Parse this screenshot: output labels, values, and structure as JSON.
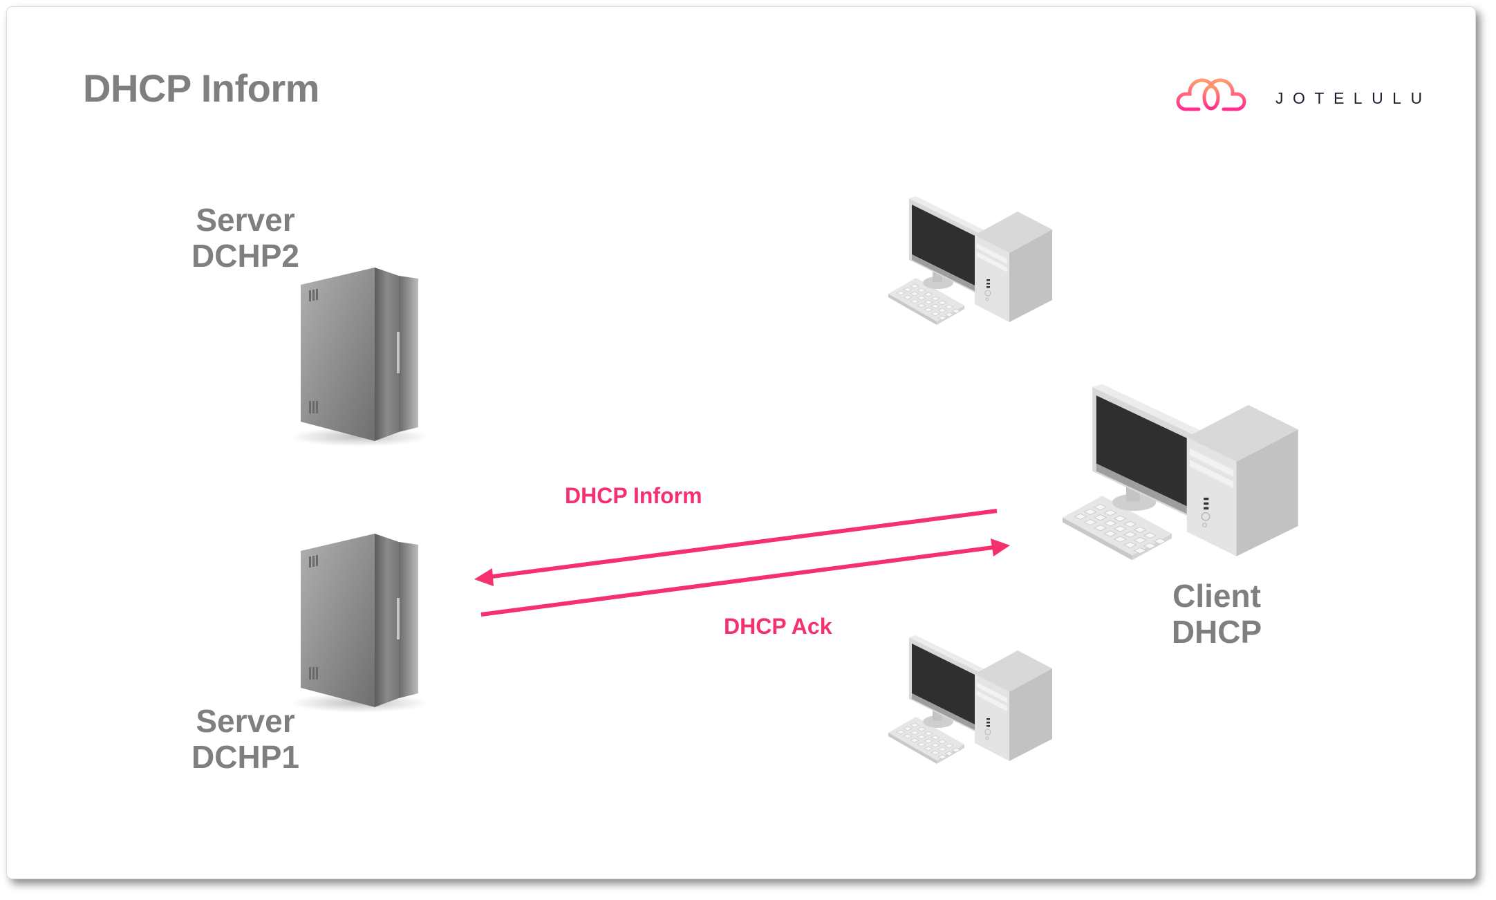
{
  "slide": {
    "title": "DHCP Inform",
    "brand": {
      "name": "JOTELULU",
      "logo_icon": "cloud-icon",
      "colors": {
        "gradient_top": "#ff9a6e",
        "gradient_bottom": "#ff2e8c",
        "text": "#1a1f2e"
      }
    }
  },
  "nodes": {
    "server2": {
      "label_line1": "Server",
      "label_line2": "DCHP2",
      "icon": "server-icon"
    },
    "server1": {
      "label_line1": "Server",
      "label_line2": "DCHP1",
      "icon": "server-icon"
    },
    "client": {
      "label_line1": "Client",
      "label_line2": "DHCP",
      "icon": "desktop-computer-icon"
    },
    "peer_top": {
      "icon": "desktop-computer-icon"
    },
    "peer_bottom": {
      "icon": "desktop-computer-icon"
    }
  },
  "messages": [
    {
      "label": "DHCP Inform",
      "from": "client",
      "to": "server1",
      "direction": "client-to-server"
    },
    {
      "label": "DHCP Ack",
      "from": "server1",
      "to": "client",
      "direction": "server-to-client"
    }
  ],
  "colors": {
    "label_gray": "#7f7f7f",
    "arrow": "#f5306e"
  }
}
